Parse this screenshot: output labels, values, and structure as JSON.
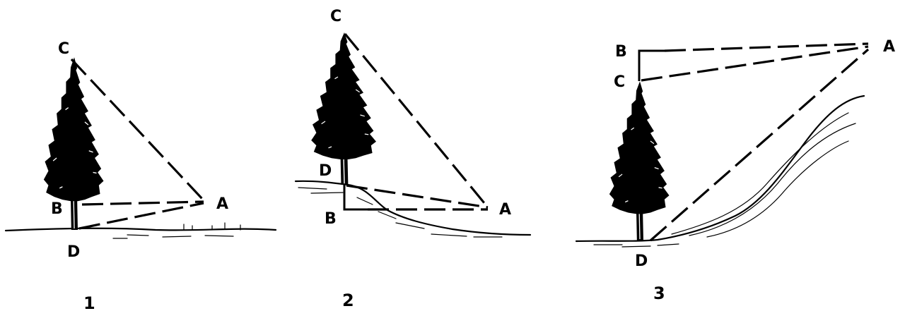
{
  "figures": [
    {
      "number": "1",
      "labels": {
        "A": "A",
        "B": "B",
        "C": "C",
        "D": "D"
      }
    },
    {
      "number": "2",
      "labels": {
        "A": "A",
        "B": "B",
        "C": "C",
        "D": "D"
      }
    },
    {
      "number": "3",
      "labels": {
        "A": "A",
        "B": "B",
        "C": "C",
        "D": "D"
      }
    }
  ],
  "icons": [
    "conifer-tree-icon",
    "hill-slope-icon"
  ]
}
